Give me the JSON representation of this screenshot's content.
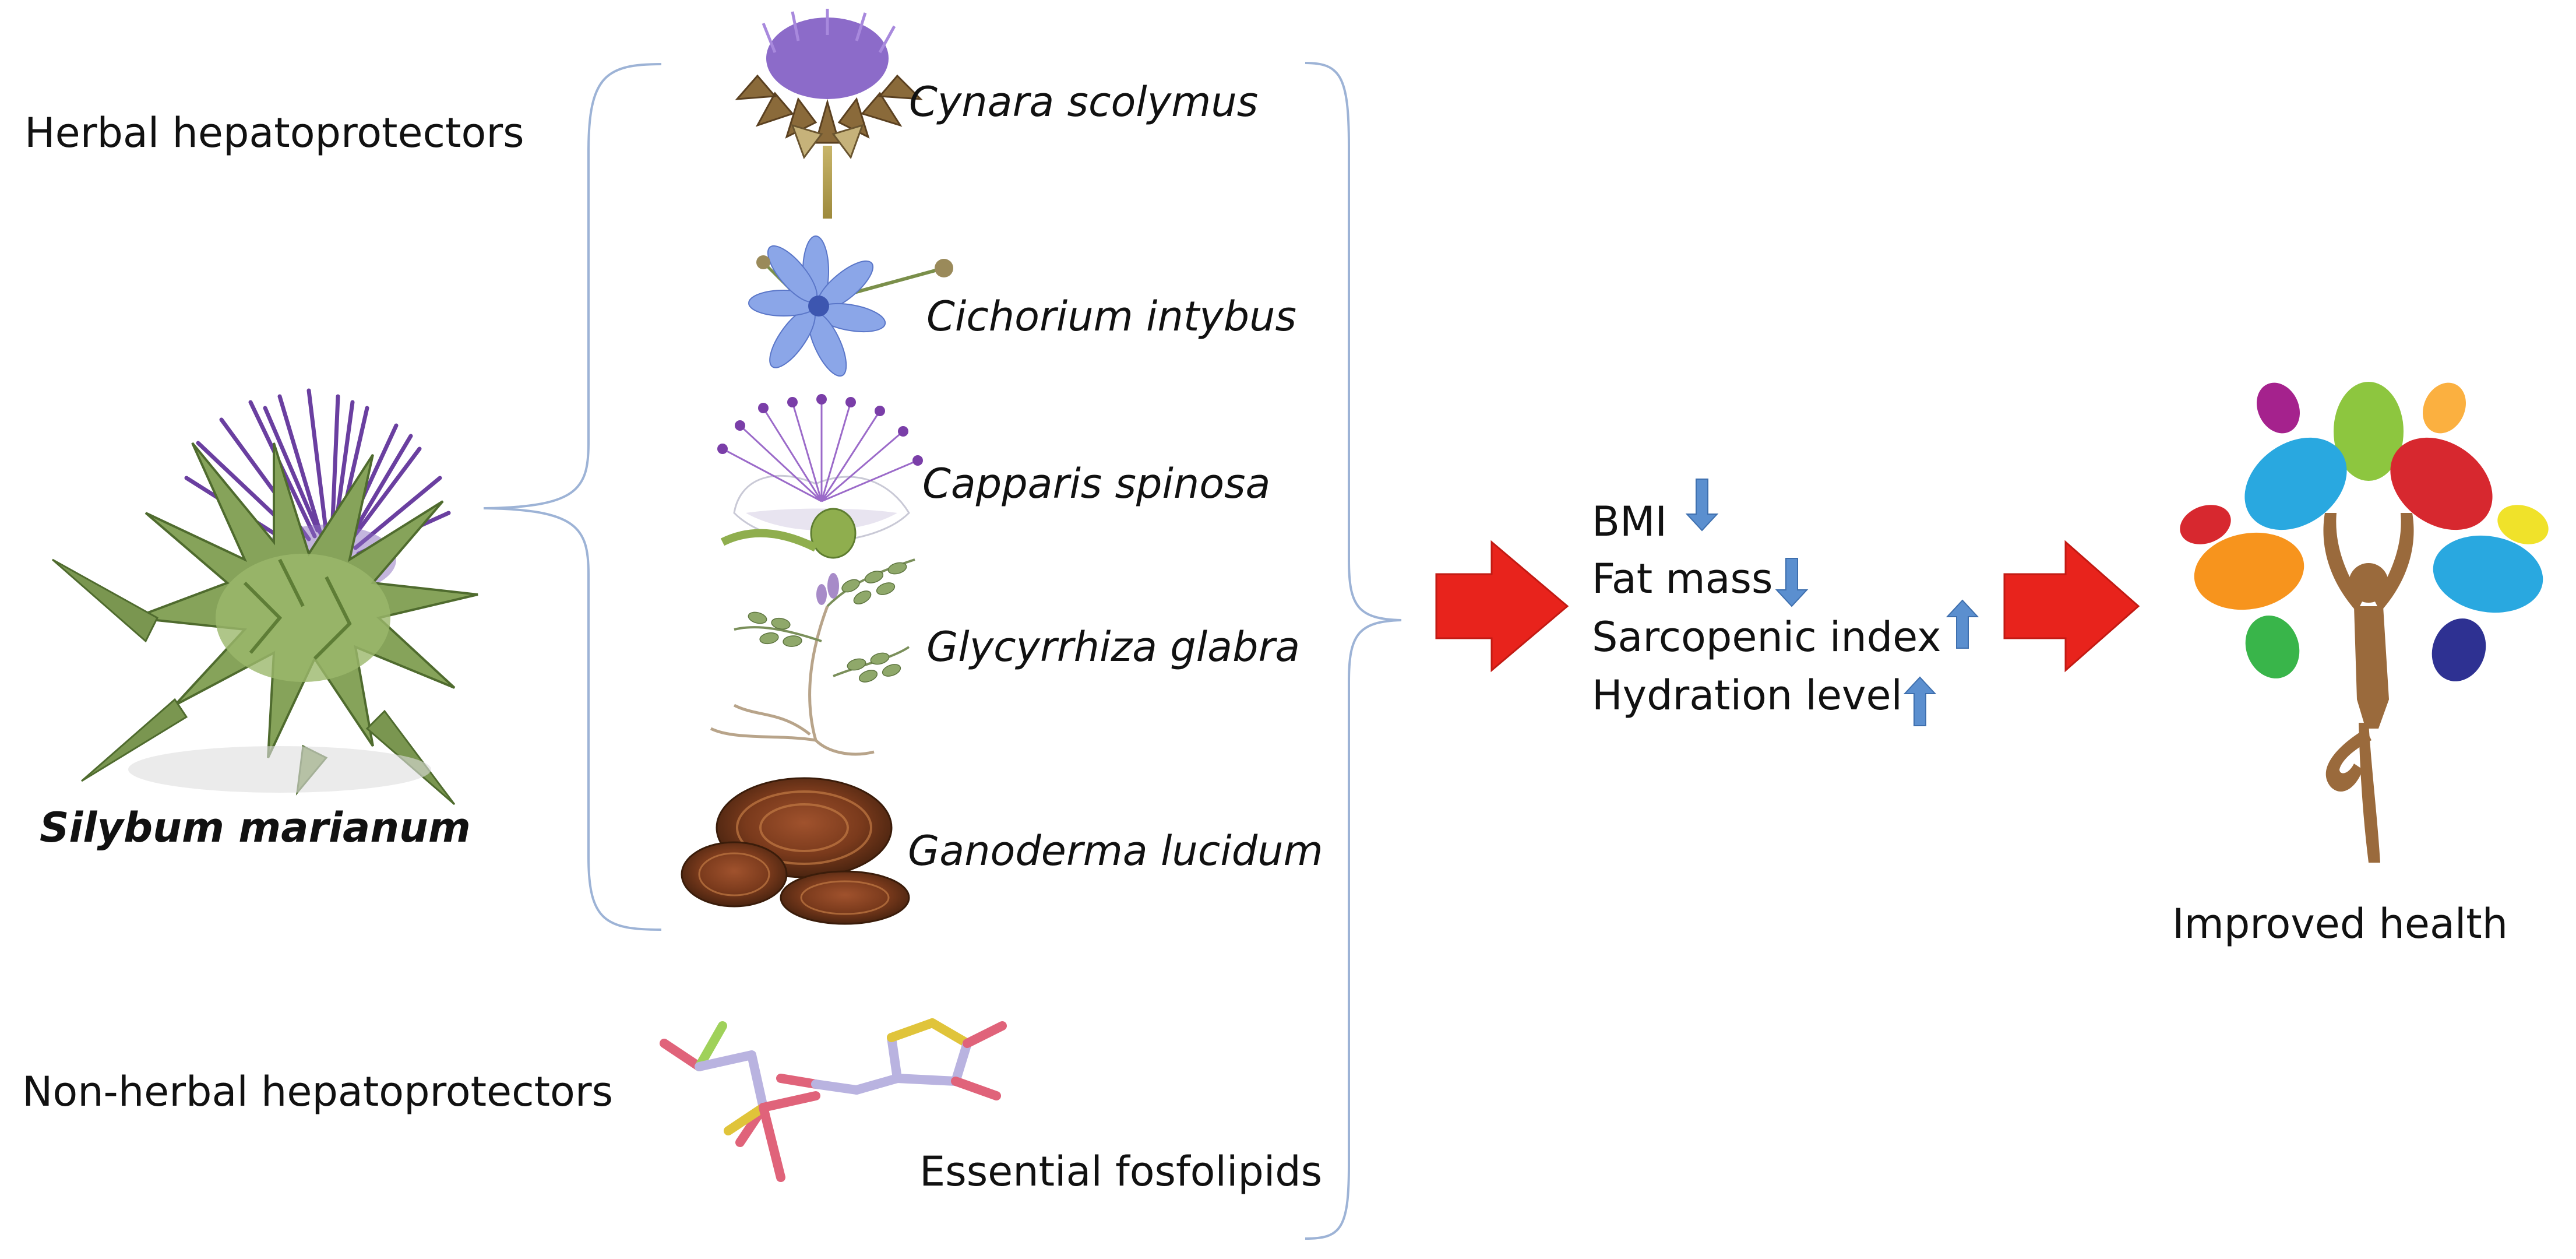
{
  "labels": {
    "herbal": "Herbal hepatoprotectors",
    "non_herbal": "Non-herbal hepatoprotectors",
    "main_plant": "Silybum marianum",
    "outcome": "Improved health"
  },
  "plants": [
    "Cynara scolymus",
    "Cichorium intybus",
    "Capparis spinosa",
    "Glycyrrhiza glabra",
    "Ganoderma lucidum"
  ],
  "compound": "Essential fosfolipids",
  "effects": [
    {
      "label": "BMI",
      "direction": "down"
    },
    {
      "label": "Fat mass",
      "direction": "down"
    },
    {
      "label": "Sarcopenic index",
      "direction": "up"
    },
    {
      "label": "Hydration level",
      "direction": "up"
    }
  ],
  "colors": {
    "flow_arrow": "#e8231c",
    "indicator_arrow": "#5b8fcf",
    "bracket": "#9db3d6"
  }
}
